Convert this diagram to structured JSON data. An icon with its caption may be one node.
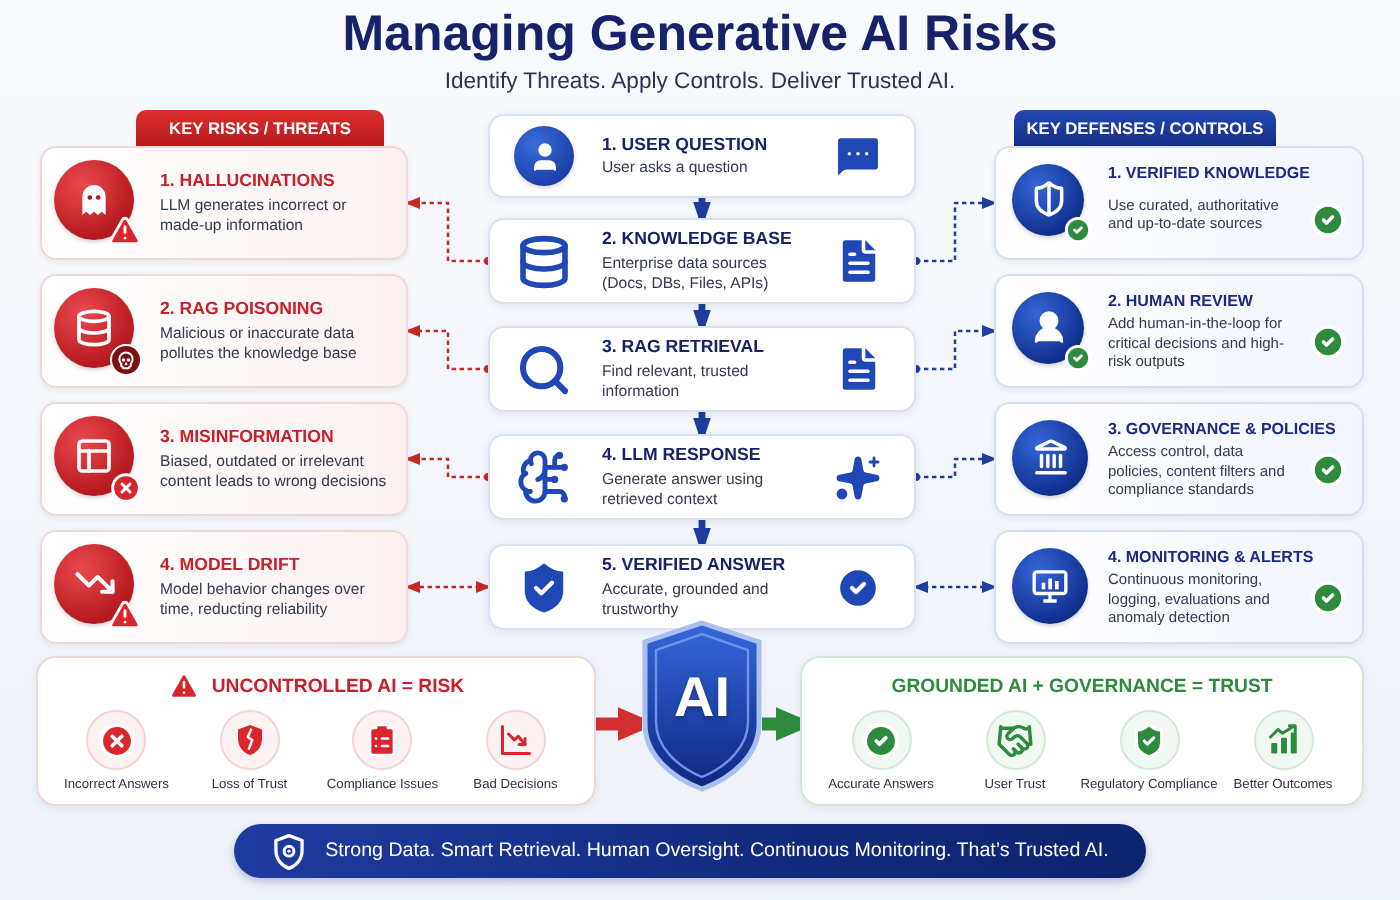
{
  "diagram": {
    "title": "Managing Generative AI Risks",
    "nodes": [
      {
        "text": [
          "KEY RISKS / THREATS"
        ]
      },
      {
        "text": [
          "1. HALLUCINATIONS",
          "LLM generates incorrect or made-up information"
        ]
      },
      {
        "text": [
          "2. RAG POISONING",
          "Malicious or inaccurate data pollutes the knowledge base"
        ]
      },
      {
        "text": [
          "3. MISINFORMATION",
          "Biased, outdated or irrelevant content leads to wrong decisions"
        ]
      },
      {
        "text": [
          "4. MODEL DRIFT",
          "Model behavior changes over time, reducting reliability"
        ]
      },
      {
        "text": [
          "1. USER QUESTION",
          "User asks a question"
        ]
      },
      {
        "text": [
          "2. KNOWLEDGE BASE",
          "Enterprise data sources (Docs, DBs, Files, APIs)"
        ]
      },
      {
        "text": [
          "3. RAG RETRIEVAL",
          "Find relevant, trusted information"
        ]
      },
      {
        "text": [
          "4. LLM RESPONSE",
          "Generate answer using retrieved context"
        ]
      },
      {
        "text": [
          "5. VERIFIED ANSWER",
          "Accurate, grounded and trustworthy"
        ]
      },
      {
        "text": [
          "KEY DEFENSES / CONTROLS"
        ]
      },
      {
        "text": [
          "1. VERIFIED KNOWLEDGE",
          "Use curated, authoritative and up-to-date sources"
        ]
      },
      {
        "text": [
          "2. HUMAN REVIEW",
          "Add human-in-the-loop for critical decisions and high-risk outputs"
        ]
      },
      {
        "text": [
          "3. GOVERNANCE & POLICIES",
          "Access control, data policies, content filters and compliance standards"
        ]
      },
      {
        "text": [
          "4. MONITORING & ALERTS",
          "Continuous monitoring, logging, evaluations and anomaly detection"
        ]
      },
      {
        "text": [
          "UNCONTROLLED AI = RISK",
          "Incorrect Answers",
          "Loss of Trust",
          "Compliance Issues",
          "Bad Decisions"
        ]
      },
      {
        "text": [
          "AI"
        ]
      },
      {
        "text": [
          "GROUNDED AI + GOVERNANCE = TRUST",
          "Accurate Answers",
          "User Trust",
          "Regulatory Compliance",
          "Better Outcomes"
        ]
      },
      {
        "text": [
          "Strong Data. Smart Retrieval. Human Oversight. Continuous Monitoring. That’s Trusted AI."
        ]
      }
    ],
    "edges": [
      {
        "from": 5,
        "to": 6,
        "arrow": "to",
        "style": "thick"
      },
      {
        "from": 6,
        "to": 7,
        "arrow": "to",
        "style": "thick"
      },
      {
        "from": 7,
        "to": 8,
        "arrow": "to",
        "style": "thick"
      },
      {
        "from": 8,
        "to": 9,
        "arrow": "to",
        "style": "thick"
      },
      {
        "from": 6,
        "to": 1,
        "arrow": "to",
        "style": "dashed",
        "color": "#c62828"
      },
      {
        "from": 7,
        "to": 2,
        "arrow": "to",
        "style": "dashed",
        "color": "#c62828"
      },
      {
        "from": 8,
        "to": 3,
        "arrow": "to",
        "style": "dashed",
        "color": "#c62828"
      },
      {
        "from": 9,
        "to": 4,
        "arrow": "both",
        "style": "dashed",
        "color": "#c62828"
      },
      {
        "from": 6,
        "to": 11,
        "arrow": "to",
        "style": "dashed"
      },
      {
        "from": 7,
        "to": 12,
        "arrow": "to",
        "style": "dashed"
      },
      {
        "from": 8,
        "to": 13,
        "arrow": "to",
        "style": "dashed"
      },
      {
        "from": 9,
        "to": 14,
        "arrow": "both",
        "style": "dashed"
      },
      {
        "from": 15,
        "to": 16,
        "arrow": "to",
        "style": "thick",
        "color": "#d32f2f"
      },
      {
        "from": 16,
        "to": 17,
        "arrow": "to",
        "style": "thick",
        "color": "#2e8b3e"
      }
    ],
    "labels": [
      "Identify Threats. Apply Controls. Deliver Trusted AI."
    ]
  }
}
